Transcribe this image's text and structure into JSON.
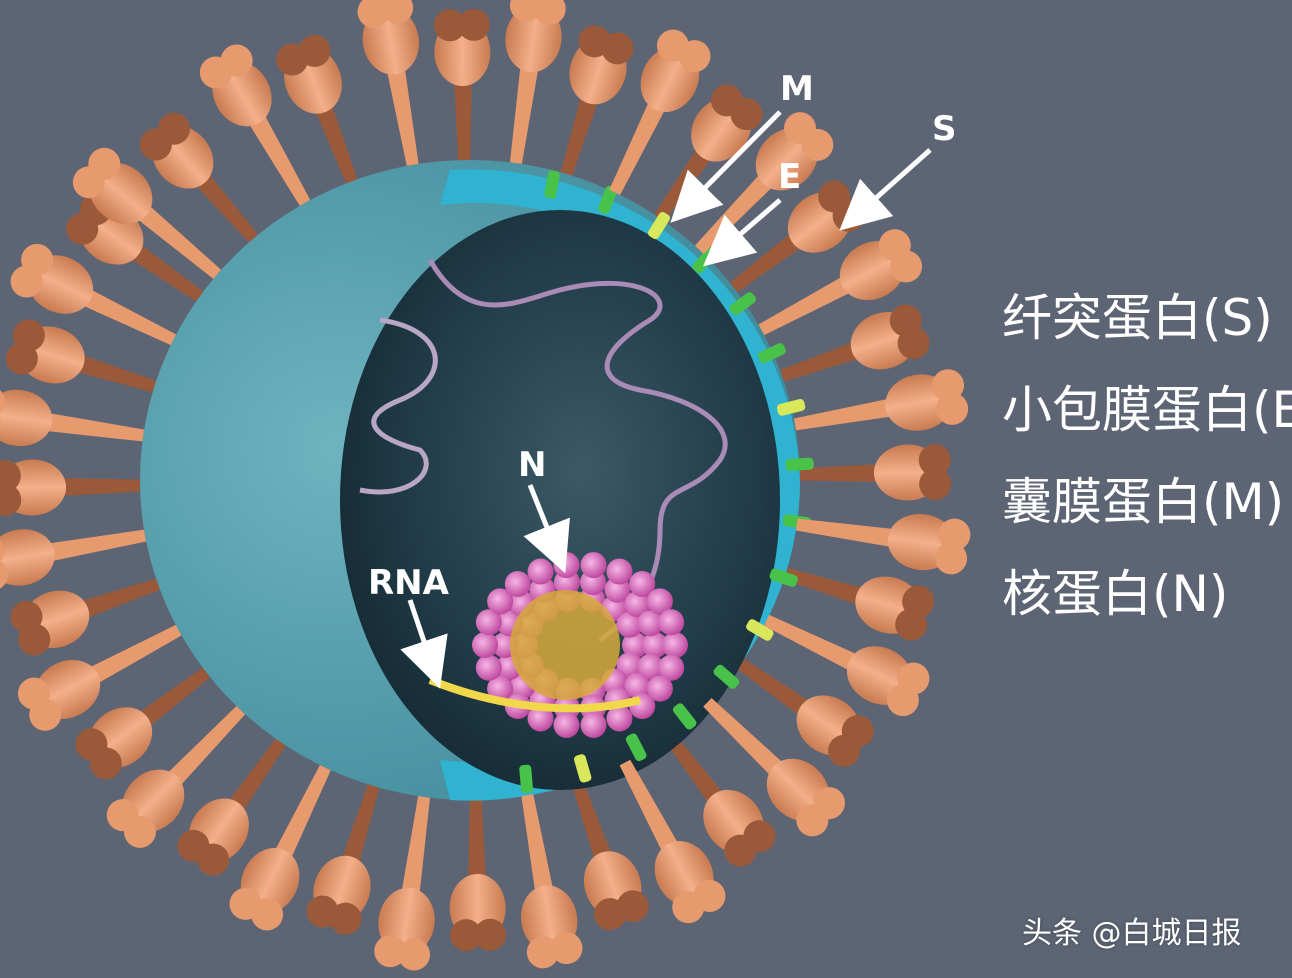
{
  "diagram": {
    "arrow_labels": {
      "m": "M",
      "e": "E",
      "s": "S",
      "n": "N",
      "rna": "RNA"
    },
    "legend": [
      "纤突蛋白(S)",
      "小包膜蛋白(E)",
      "囊膜蛋白(M)",
      "核蛋白(N)"
    ]
  },
  "watermark": "头条 @白城日报",
  "colors": {
    "background": "#5d6575",
    "membrane": "#2fb3d1",
    "core": "#1c3440",
    "spike": "#e69a6e",
    "spike_dark": "#9a5a3a",
    "membrane_protein": "#49c249",
    "envelope_protein": "#d8e85a",
    "nucleocapsid": "#e06fbf",
    "rna": "#f0d84a",
    "label": "#ffffff"
  }
}
